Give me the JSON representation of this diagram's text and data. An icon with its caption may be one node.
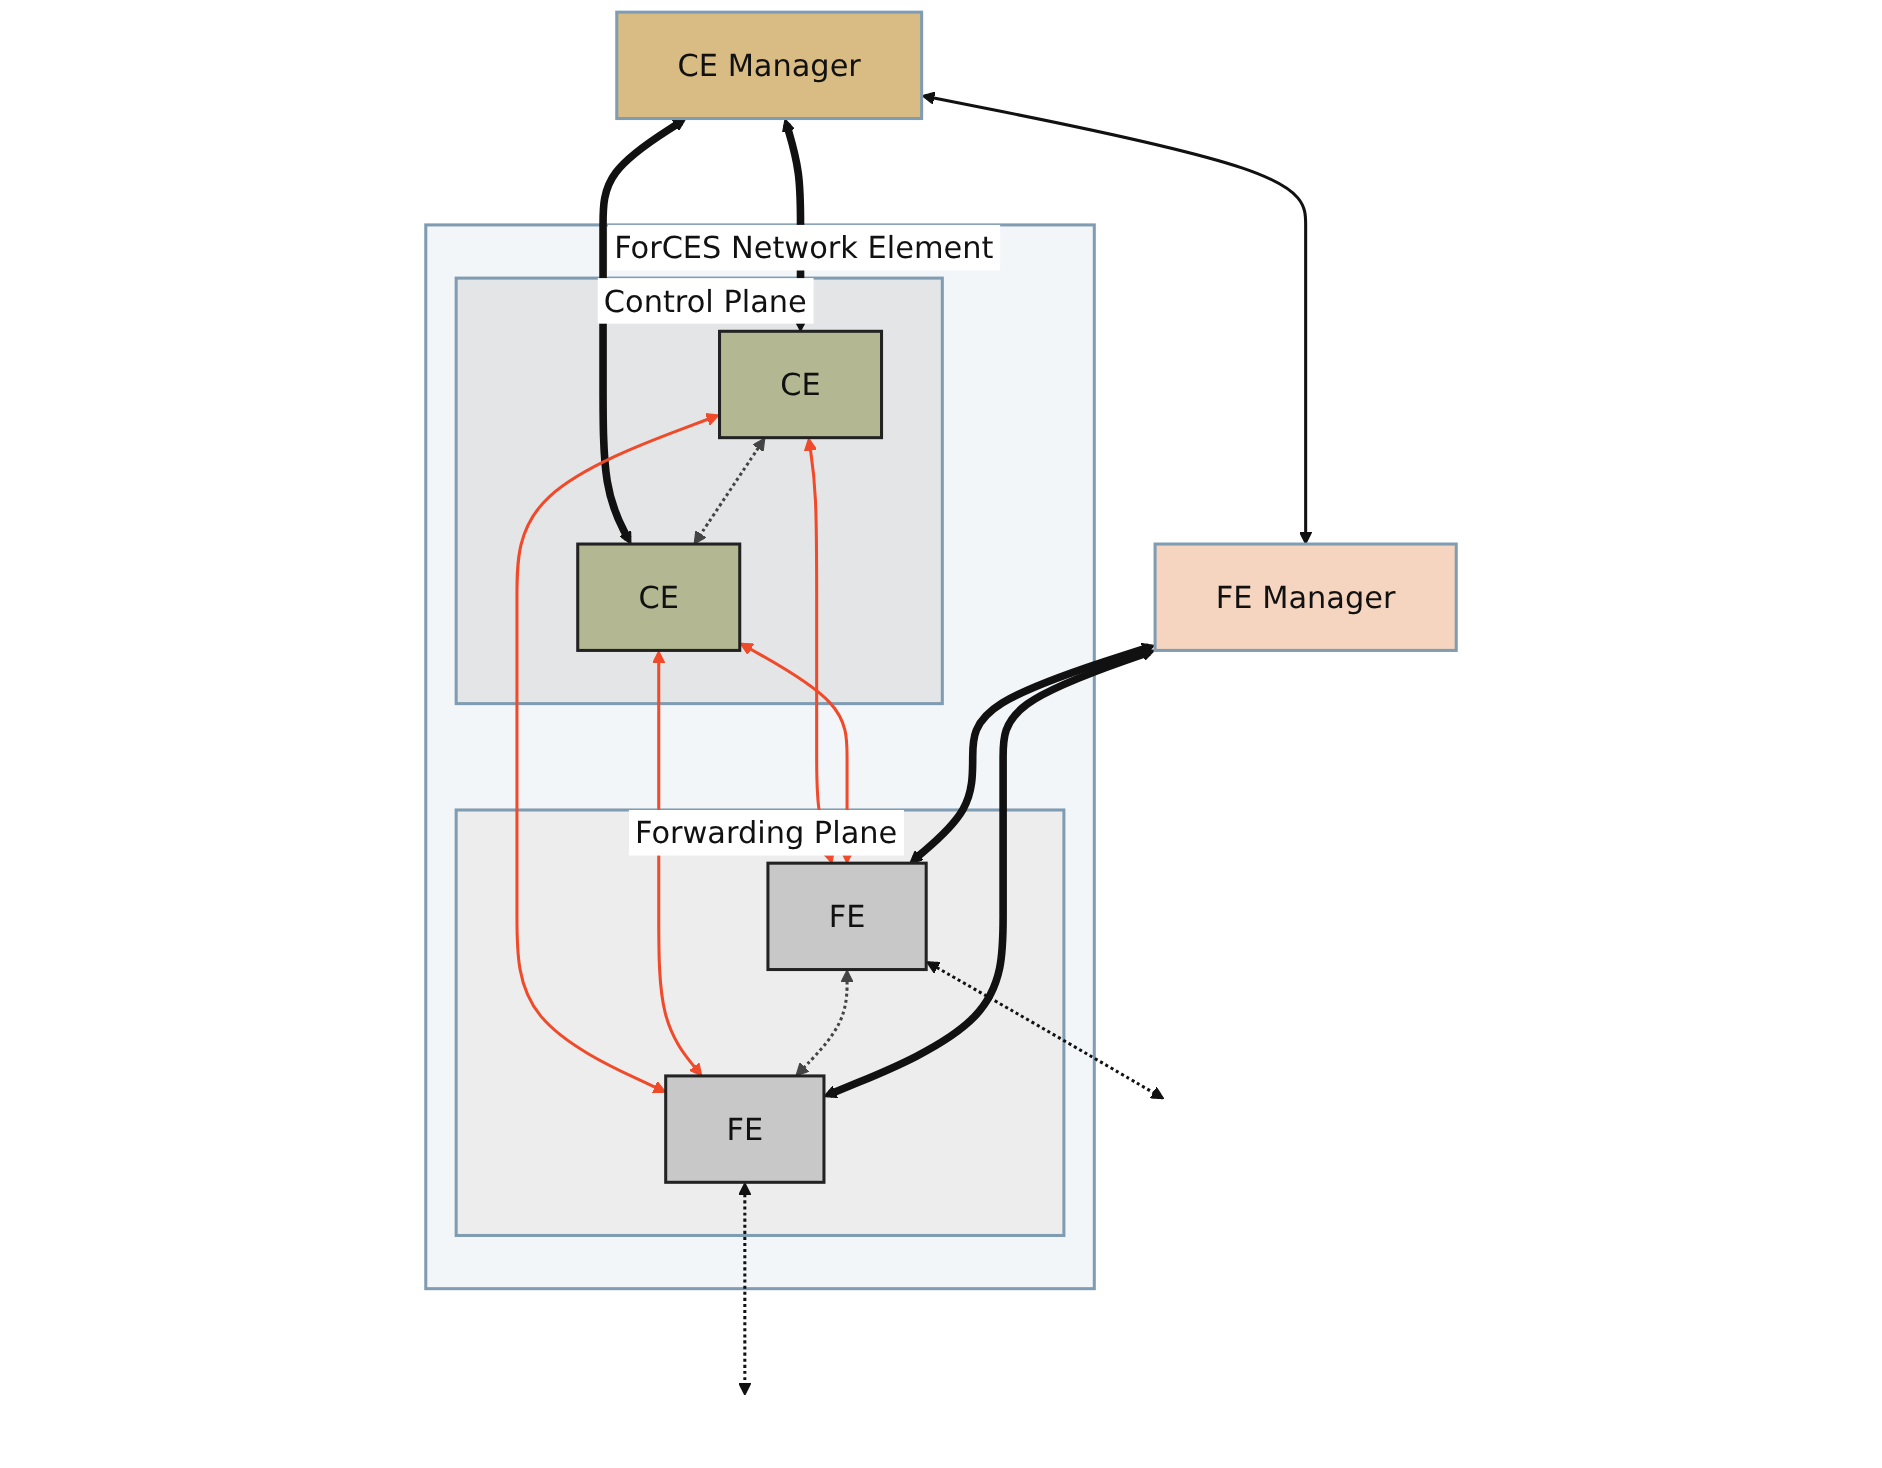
{
  "diagram": {
    "nodes": [
      {
        "text": [
          "ForCES Network Element"
        ]
      },
      {
        "text": [
          "Control Plane"
        ],
        "in": 0
      },
      {
        "text": [
          "CE"
        ],
        "in": 1
      },
      {
        "text": [
          "CE"
        ],
        "in": 1
      },
      {
        "text": [
          "Forwarding Plane"
        ],
        "in": 0
      },
      {
        "text": [
          "FE"
        ],
        "in": 4
      },
      {
        "text": [
          "FE"
        ],
        "in": 4
      },
      {
        "text": [
          "CE Manager"
        ]
      },
      {
        "text": [
          "FE Manager"
        ]
      }
    ],
    "edges": [
      {
        "from": 7,
        "to": 3,
        "arrow": "both",
        "style": "thick"
      },
      {
        "from": 7,
        "to": 2,
        "arrow": "both",
        "style": "thick"
      },
      {
        "from": 2,
        "to": 3,
        "arrow": "both",
        "style": "dashed",
        "color": "#444444"
      },
      {
        "from": 2,
        "to": 5,
        "arrow": "both",
        "color": "#f04a2a"
      },
      {
        "from": 2,
        "to": 6,
        "arrow": "both",
        "color": "#f04a2a"
      },
      {
        "from": 3,
        "to": 5,
        "arrow": "both",
        "color": "#f04a2a"
      },
      {
        "from": 3,
        "to": 6,
        "arrow": "both",
        "color": "#f04a2a"
      },
      {
        "from": 7,
        "to": 8,
        "arrow": "both"
      },
      {
        "from": 8,
        "to": 5,
        "arrow": "both",
        "style": "thick"
      },
      {
        "from": 5,
        "to": 6,
        "arrow": "both",
        "style": "dashed",
        "color": "#444444"
      },
      {
        "from": 8,
        "to": 6,
        "arrow": "both",
        "style": "thick"
      },
      {
        "from": 5,
        "to": null,
        "arrow": "both",
        "style": "dashed"
      },
      {
        "from": 6,
        "to": null,
        "arrow": "both",
        "style": "dashed"
      }
    ]
  }
}
